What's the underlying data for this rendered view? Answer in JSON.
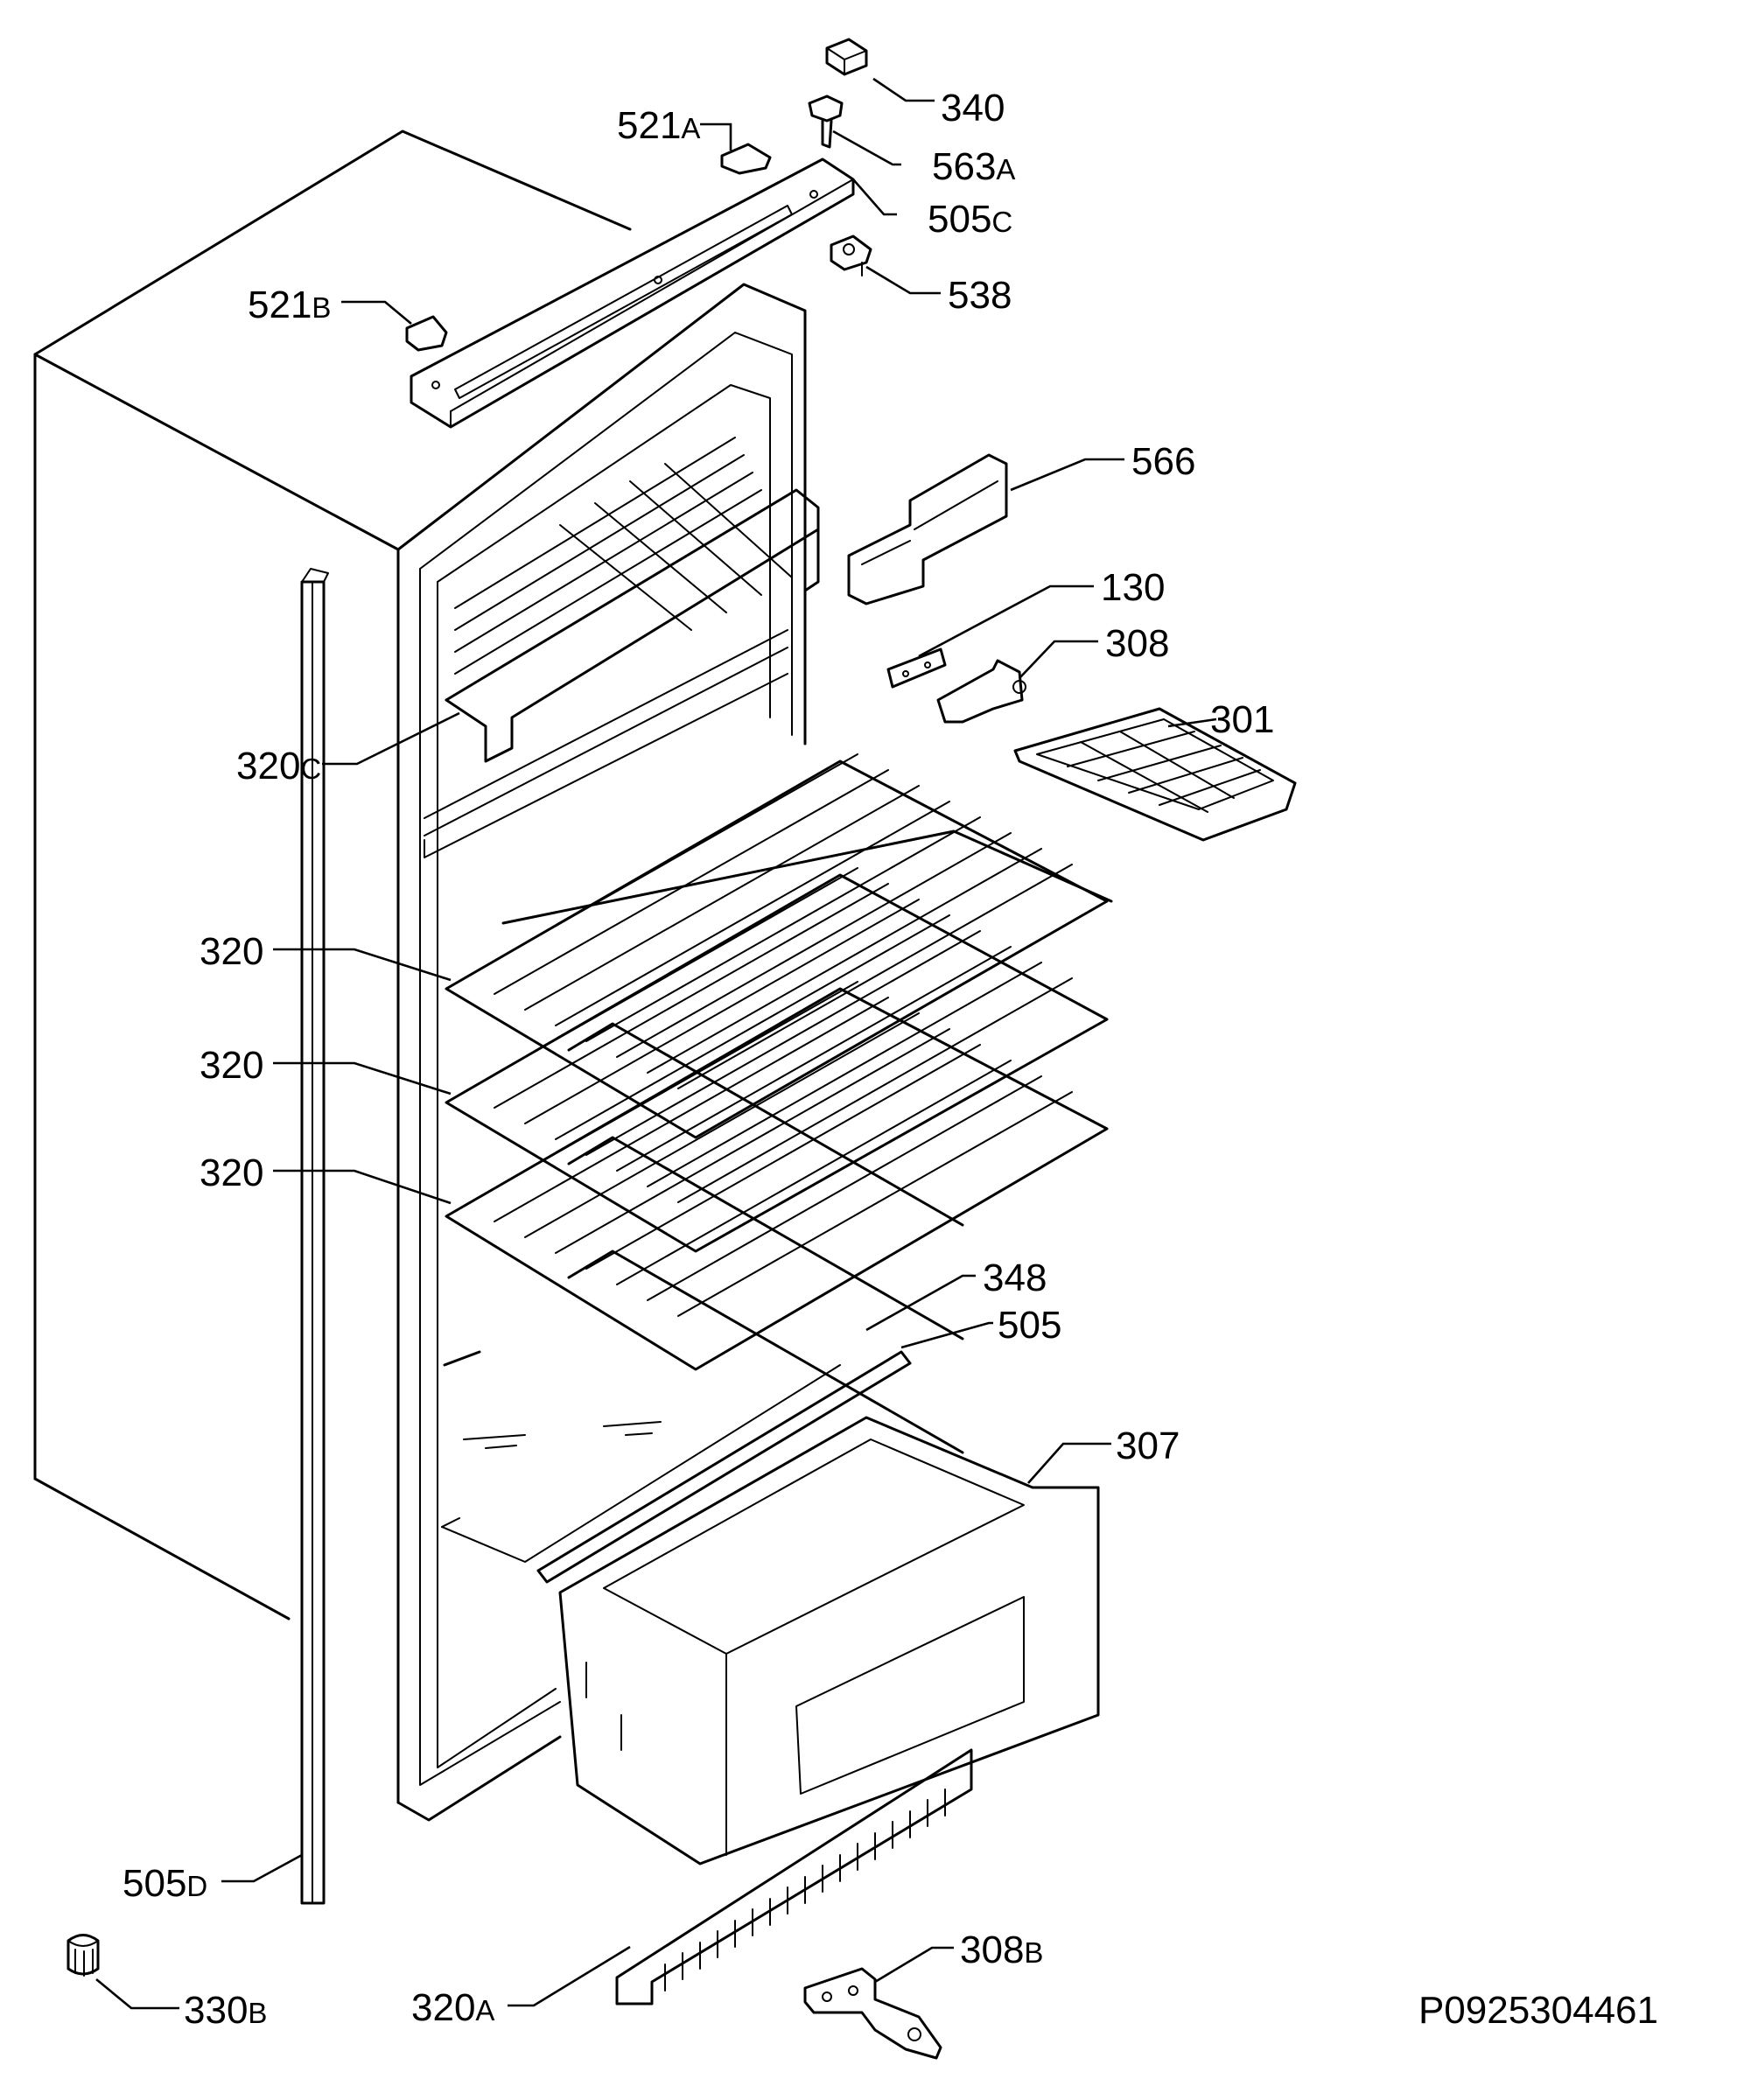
{
  "drawing_id": "P0925304461",
  "parts": [
    {
      "id": "p340",
      "number": "340",
      "suffix": ""
    },
    {
      "id": "p521a",
      "number": "521",
      "suffix": "A"
    },
    {
      "id": "p563a",
      "number": "563",
      "suffix": "A"
    },
    {
      "id": "p505c",
      "number": "505",
      "suffix": "C"
    },
    {
      "id": "p538",
      "number": "538",
      "suffix": ""
    },
    {
      "id": "p521b",
      "number": "521",
      "suffix": "B"
    },
    {
      "id": "p566",
      "number": "566",
      "suffix": ""
    },
    {
      "id": "p130",
      "number": "130",
      "suffix": ""
    },
    {
      "id": "p308",
      "number": "308",
      "suffix": ""
    },
    {
      "id": "p301",
      "number": "301",
      "suffix": ""
    },
    {
      "id": "p320c",
      "number": "320",
      "suffix": "C"
    },
    {
      "id": "p320-1",
      "number": "320",
      "suffix": ""
    },
    {
      "id": "p320-2",
      "number": "320",
      "suffix": ""
    },
    {
      "id": "p320-3",
      "number": "320",
      "suffix": ""
    },
    {
      "id": "p348",
      "number": "348",
      "suffix": ""
    },
    {
      "id": "p505",
      "number": "505",
      "suffix": ""
    },
    {
      "id": "p307",
      "number": "307",
      "suffix": ""
    },
    {
      "id": "p505d",
      "number": "505",
      "suffix": "D"
    },
    {
      "id": "p308b",
      "number": "308",
      "suffix": "B"
    },
    {
      "id": "p330b",
      "number": "330",
      "suffix": "B"
    },
    {
      "id": "p320a",
      "number": "320",
      "suffix": "A"
    }
  ]
}
